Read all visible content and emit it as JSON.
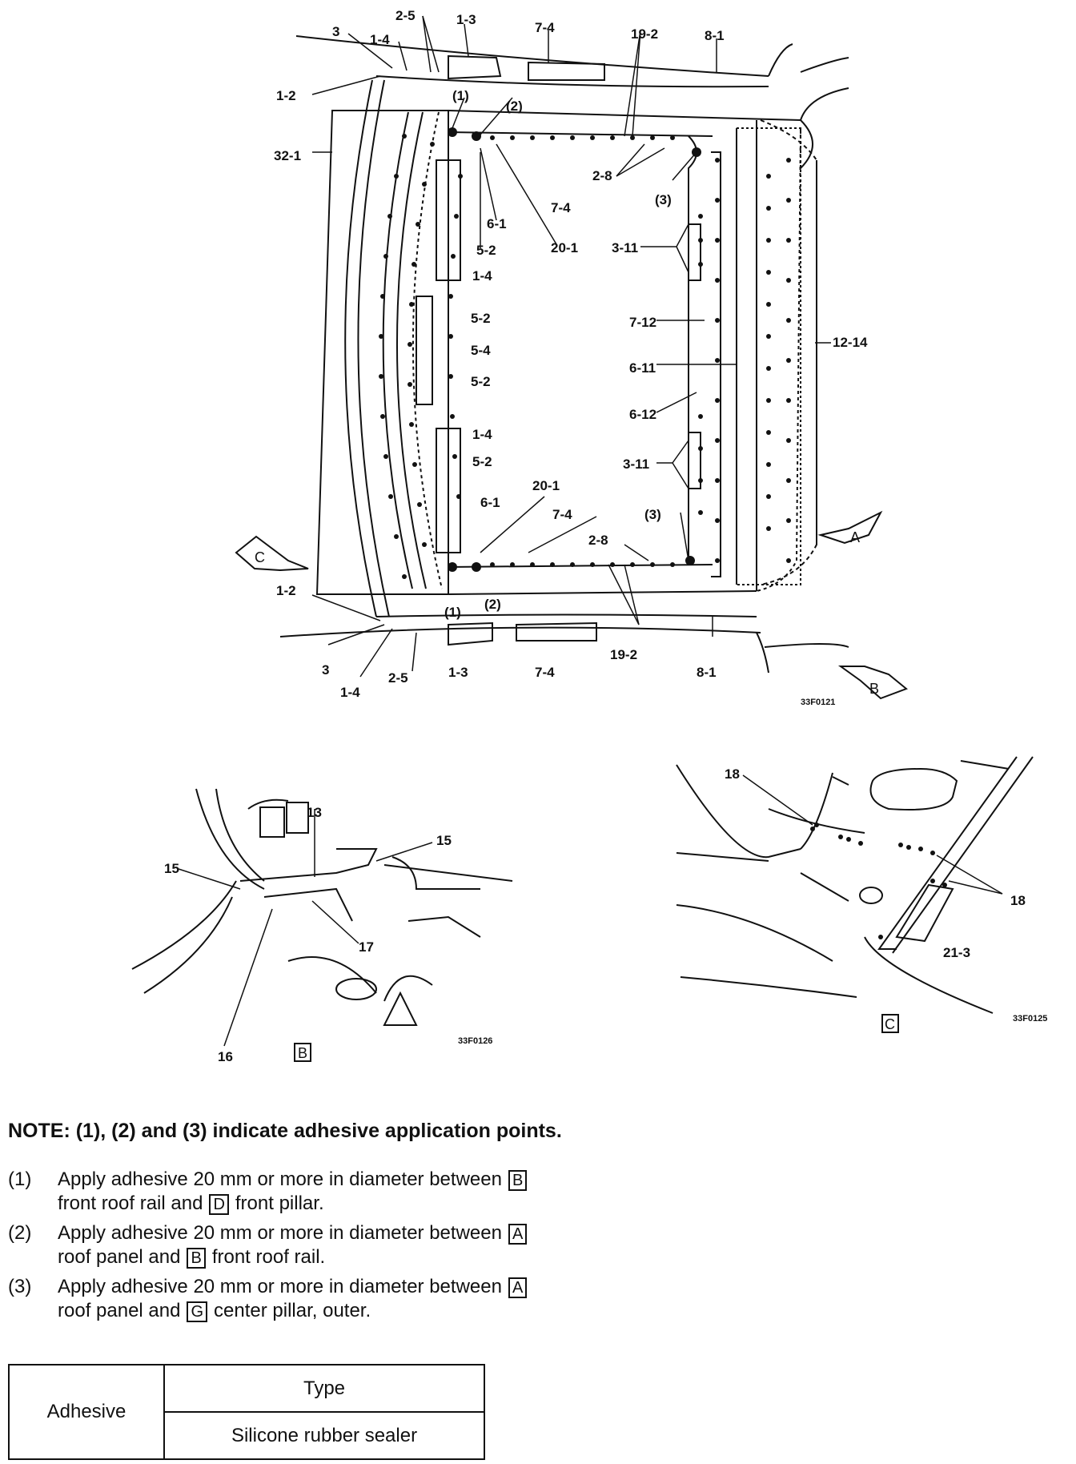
{
  "figure_codes": {
    "main": "33F0121",
    "detail_b": "33F0126",
    "detail_c": "33F0125"
  },
  "view_labels": {
    "a": "A",
    "b": "B",
    "c": "C"
  },
  "main_callouts": [
    "3",
    "1-4",
    "2-5",
    "1-3",
    "7-4",
    "19-2",
    "8-1",
    "1-2",
    "32-1",
    "(1)",
    "(2)",
    "2-8",
    "(3)",
    "6-1",
    "5-2",
    "20-1",
    "7-4",
    "3-11",
    "1-4",
    "5-2",
    "7-12",
    "5-4",
    "6-11",
    "5-2",
    "6-12",
    "1-4",
    "3-11",
    "5-2",
    "20-1",
    "6-1",
    "7-4",
    "(3)",
    "2-8",
    "C",
    "A",
    "1-2",
    "(1)",
    "(2)",
    "12-14",
    "19-2",
    "8-1",
    "3",
    "1-4",
    "2-5",
    "1-3",
    "7-4"
  ],
  "detail_b_callouts": [
    "15",
    "13",
    "15",
    "17",
    "16"
  ],
  "detail_c_callouts": [
    "18",
    "18",
    "21-3"
  ],
  "note": {
    "heading": "NOTE: (1), (2) and (3) indicate adhesive application points.",
    "items": [
      {
        "num": "(1)",
        "line1": "Apply adhesive 20 mm or more in diameter between",
        "tag1": "B",
        "line2a": "front roof rail and",
        "tag2": "D",
        "line2b": "front pillar."
      },
      {
        "num": "(2)",
        "line1": "Apply adhesive 20 mm or more in diameter between",
        "tag1": "A",
        "line2a": "roof panel and",
        "tag2": "B",
        "line2b": "front roof rail."
      },
      {
        "num": "(3)",
        "line1": "Apply adhesive 20 mm or more in diameter between",
        "tag1": "A",
        "line2a": "roof panel and",
        "tag2": "G",
        "line2b": "center pillar, outer."
      }
    ]
  },
  "table": {
    "row_header": "Adhesive",
    "col_header": "Type",
    "value": "Silicone rubber sealer"
  }
}
